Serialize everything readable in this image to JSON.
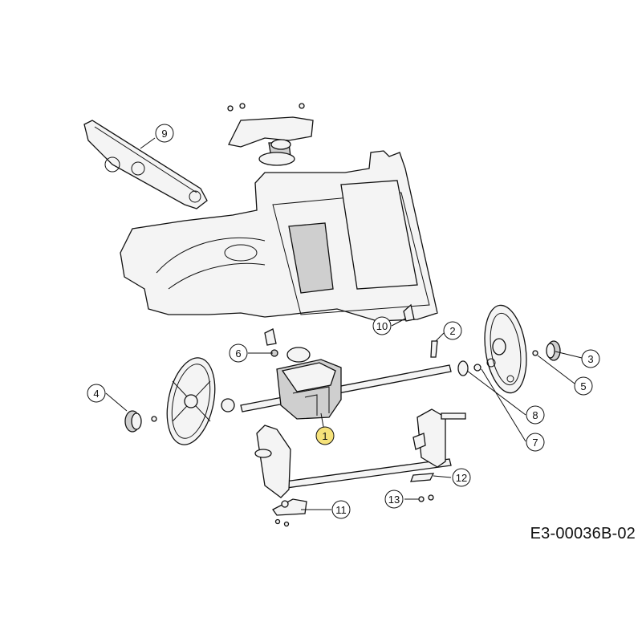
{
  "reference_code": "E3-00036B-02",
  "callouts": [
    {
      "id": "1",
      "label": "1",
      "highlight": "#f6e27a"
    },
    {
      "id": "2",
      "label": "2"
    },
    {
      "id": "3",
      "label": "3"
    },
    {
      "id": "4",
      "label": "4"
    },
    {
      "id": "5",
      "label": "5"
    },
    {
      "id": "6",
      "label": "6"
    },
    {
      "id": "7",
      "label": "7"
    },
    {
      "id": "8",
      "label": "8"
    },
    {
      "id": "9",
      "label": "9"
    },
    {
      "id": "10",
      "label": "10"
    },
    {
      "id": "11",
      "label": "11"
    },
    {
      "id": "12",
      "label": "12"
    },
    {
      "id": "13",
      "label": "13"
    }
  ]
}
